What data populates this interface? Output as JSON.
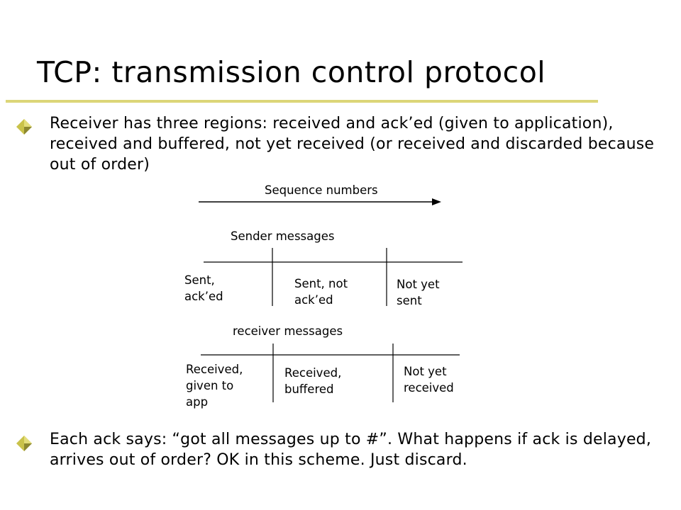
{
  "slide": {
    "title": "TCP: transmission control protocol",
    "bullets": [
      {
        "text": "Receiver has three regions: received and ack’ed (given to application), received and buffered, not yet received (or received and discarded because out of order)"
      },
      {
        "text": "Each ack says: “got all messages up to #”. What happens if ack is delayed, arrives out of order? OK in this scheme. Just discard."
      }
    ]
  },
  "diagram": {
    "sequence_label": "Sequence numbers",
    "sender": {
      "title": "Sender messages",
      "regions": [
        "Sent,\nack’ed",
        "Sent, not\nack’ed",
        "Not yet\nsent"
      ]
    },
    "receiver": {
      "title": "receiver messages",
      "regions": [
        "Received,\ngiven to\napp",
        "Received,\nbuffered",
        "Not yet\nreceived"
      ]
    }
  },
  "colors": {
    "title_rule": "#dcd678",
    "bullet": "#c9c24a",
    "bullet_shade": "#8c8730",
    "ink": "#000000"
  },
  "icons": {
    "bullet": "diamond-bullet-icon",
    "arrow": "arrow-right-icon"
  }
}
